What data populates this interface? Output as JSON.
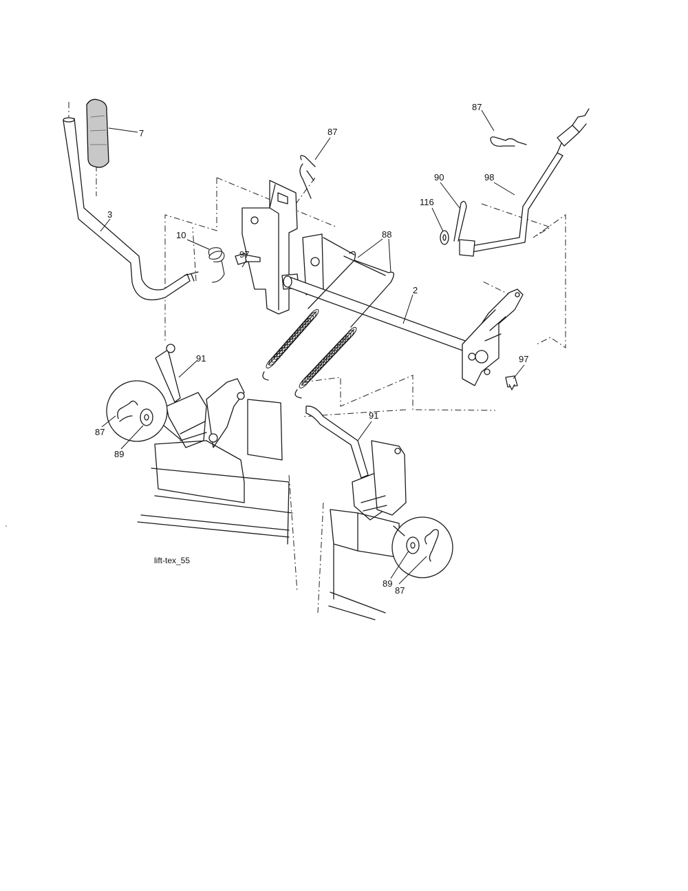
{
  "caption": "lift-tex_55",
  "callouts": {
    "c7": "7",
    "c3": "3",
    "c87_top": "87",
    "c87_topright": "87",
    "c90": "90",
    "c98": "98",
    "c116": "116",
    "c10": "10",
    "c97_left": "97",
    "c88": "88",
    "c2": "2",
    "c97_right": "97",
    "c91_left": "91",
    "c91_right": "91",
    "c87_left": "87",
    "c89_left": "89",
    "c89_right": "89",
    "c87_right": "87"
  }
}
